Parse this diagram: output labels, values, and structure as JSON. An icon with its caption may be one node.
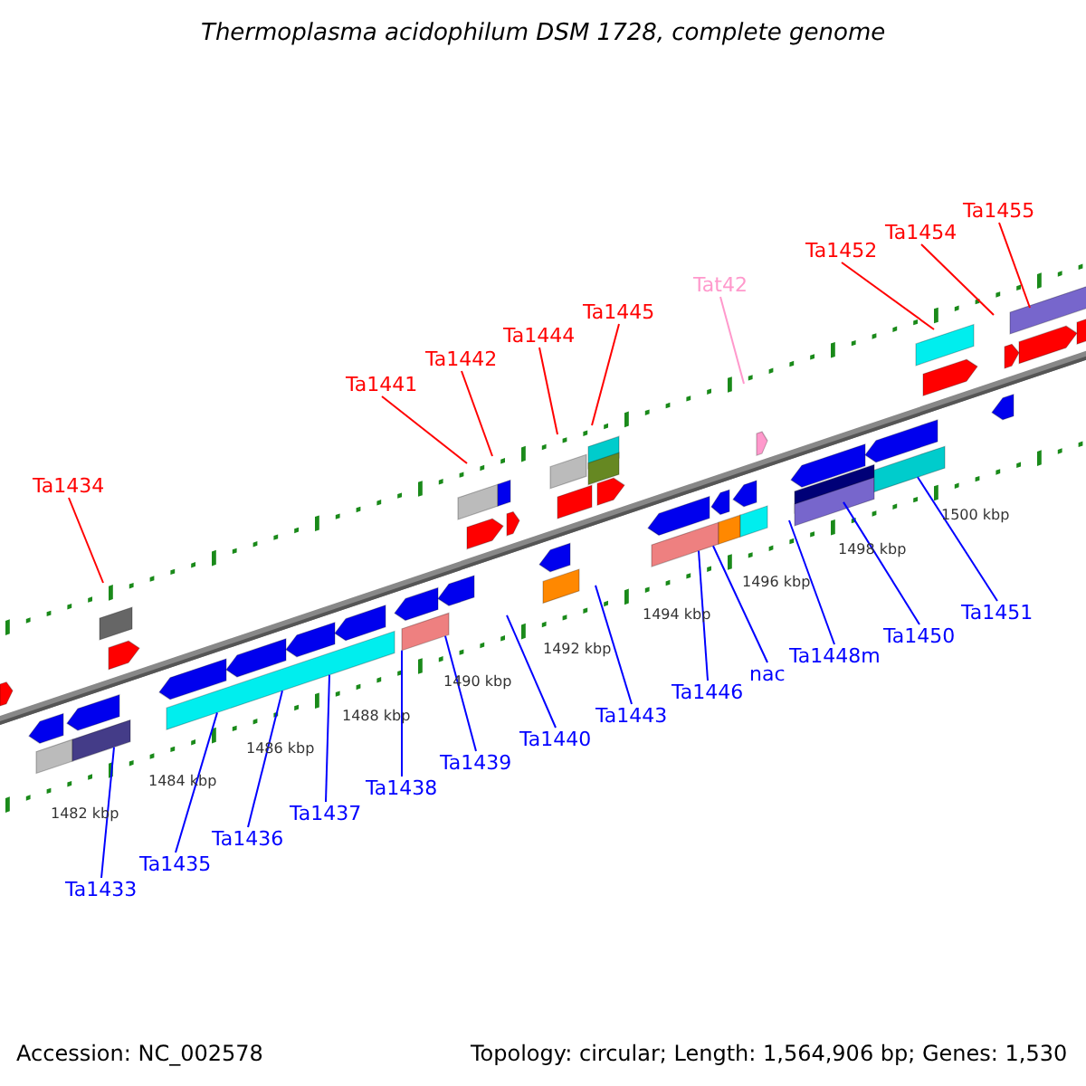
{
  "diagram": {
    "title": "Thermoplasma acidophilum DSM 1728, complete genome",
    "nodes": [
      {
        "text": [
          "Ta1434"
        ]
      },
      {
        "text": [
          "Ta1441"
        ]
      },
      {
        "text": [
          "Ta1442"
        ]
      },
      {
        "text": [
          "Ta1444"
        ]
      },
      {
        "text": [
          "Ta1445"
        ]
      },
      {
        "text": [
          "Tat42"
        ]
      },
      {
        "text": [
          "Ta1452"
        ]
      },
      {
        "text": [
          "Ta1454"
        ]
      },
      {
        "text": [
          "Ta1455"
        ]
      },
      {
        "text": [
          "Ta1433"
        ]
      },
      {
        "text": [
          "Ta1435"
        ]
      },
      {
        "text": [
          "Ta1436"
        ]
      },
      {
        "text": [
          "Ta1437"
        ]
      },
      {
        "text": [
          "Ta1438"
        ]
      },
      {
        "text": [
          "Ta1439"
        ]
      },
      {
        "text": [
          "Ta1440"
        ]
      },
      {
        "text": [
          "Ta1443"
        ]
      },
      {
        "text": [
          "Ta1446"
        ]
      },
      {
        "text": [
          "nac"
        ]
      },
      {
        "text": [
          "Ta1448m"
        ]
      },
      {
        "text": [
          "Ta1450"
        ]
      },
      {
        "text": [
          "Ta1451"
        ]
      }
    ],
    "edges": [
      {
        "from": 0,
        "to": null,
        "arrow": "none",
        "color": "#ff0000"
      },
      {
        "from": 1,
        "to": null,
        "arrow": "none",
        "color": "#ff0000"
      },
      {
        "from": 2,
        "to": null,
        "arrow": "none",
        "color": "#ff0000"
      },
      {
        "from": 3,
        "to": null,
        "arrow": "none",
        "color": "#ff0000"
      },
      {
        "from": 4,
        "to": null,
        "arrow": "none",
        "color": "#ff0000"
      },
      {
        "from": 5,
        "to": null,
        "arrow": "none",
        "color": "#ff99cc"
      },
      {
        "from": 6,
        "to": null,
        "arrow": "none",
        "color": "#ff0000"
      },
      {
        "from": 7,
        "to": null,
        "arrow": "none",
        "color": "#ff0000"
      },
      {
        "from": 8,
        "to": null,
        "arrow": "none",
        "color": "#ff0000"
      },
      {
        "from": 9,
        "to": null,
        "arrow": "none"
      },
      {
        "from": 10,
        "to": null,
        "arrow": "none"
      },
      {
        "from": 11,
        "to": null,
        "arrow": "none"
      },
      {
        "from": 12,
        "to": null,
        "arrow": "none"
      },
      {
        "from": 13,
        "to": null,
        "arrow": "none"
      },
      {
        "from": 14,
        "to": null,
        "arrow": "none"
      },
      {
        "from": 15,
        "to": null,
        "arrow": "none"
      },
      {
        "from": 16,
        "to": null,
        "arrow": "none"
      },
      {
        "from": 17,
        "to": null,
        "arrow": "none"
      },
      {
        "from": 18,
        "to": null,
        "arrow": "none"
      },
      {
        "from": 19,
        "to": null,
        "arrow": "none"
      },
      {
        "from": 20,
        "to": null,
        "arrow": "none"
      },
      {
        "from": 21,
        "to": null,
        "arrow": "none"
      }
    ],
    "labels": [
      "1482 kbp",
      "1484 kbp",
      "1486 kbp",
      "1488 kbp",
      "1490 kbp",
      "1492 kbp",
      "1494 kbp",
      "1496 kbp",
      "1498 kbp",
      "1500 kbp",
      "Accession: NC_002578",
      "Topology: circular; Length: 1,564,906 bp; Genes: 1,530"
    ]
  }
}
